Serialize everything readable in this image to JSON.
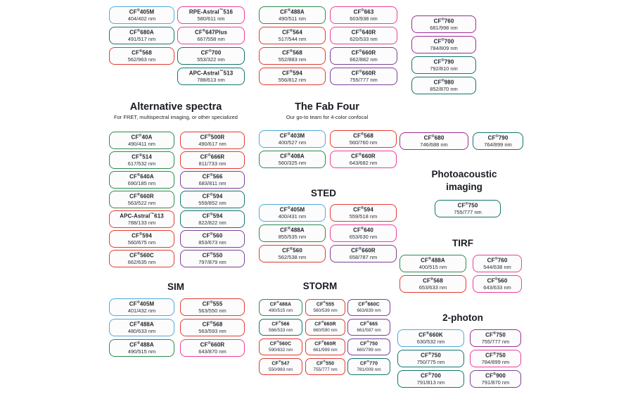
{
  "palette": {
    "blue": "#4FA8DC",
    "green": "#2C8A4F",
    "teal": "#11756C",
    "red": "#E23B33",
    "pink": "#EC3E96",
    "purple": "#7C3E97",
    "violet": "#9E2B93"
  },
  "sections": {
    "top": {
      "columns": {
        "a": [
          {
            "name": "CF®405M",
            "value": "404/402 nm",
            "color": "blue"
          },
          {
            "name": "CF®680A",
            "value": "491/517 nm",
            "color": "teal"
          },
          {
            "name": "CF®568",
            "value": "562/963 nm",
            "color": "red"
          }
        ],
        "b": [
          {
            "name": "RPE-Astral™516",
            "value": "580/611 nm",
            "color": "pink"
          },
          {
            "name": "CF®647Plus",
            "value": "667/558 nm",
            "color": "pink"
          },
          {
            "name": "CF®700",
            "value": "553/322 nm",
            "color": "teal"
          },
          {
            "name": "APC-Astral™513",
            "value": "788/613 nm",
            "color": "teal"
          }
        ],
        "c": [
          {
            "name": "CF®488A",
            "value": "490/511 nm",
            "color": "green"
          },
          {
            "name": "CF®564",
            "value": "517/544 nm",
            "color": "red"
          },
          {
            "name": "CF®568",
            "value": "552/883 nm",
            "color": "red"
          },
          {
            "name": "CF®594",
            "value": "556/812 nm",
            "color": "red"
          }
        ],
        "d": [
          {
            "name": "CF®663",
            "value": "603/938 nm",
            "color": "pink"
          },
          {
            "name": "CF®640R",
            "value": "620/533 nm",
            "color": "pink"
          },
          {
            "name": "CF®660R",
            "value": "662/882 nm",
            "color": "purple"
          },
          {
            "name": "CF®660R",
            "value": "755/777 nm",
            "color": "purple"
          }
        ],
        "e": [
          {
            "name": "CF®760",
            "value": "681/998 nm",
            "color": "violet"
          },
          {
            "name": "CF®700",
            "value": "784/809 nm",
            "color": "violet"
          },
          {
            "name": "CF®790",
            "value": "792/810 nm",
            "color": "teal"
          },
          {
            "name": "CF®980",
            "value": "852/870 nm",
            "color": "teal"
          }
        ]
      }
    },
    "alternative": {
      "title": "Alternative spectra",
      "subtitle": "For FRET, multispectral imaging, or other specialized",
      "columns": {
        "c1": [
          {
            "name": "CF®40A",
            "value": "490/411 nm",
            "color": "green"
          },
          {
            "name": "CF®514",
            "value": "617/532 nm",
            "color": "green"
          },
          {
            "name": "CF®640A",
            "value": "690/185 nm",
            "color": "green"
          },
          {
            "name": "CF®660R",
            "value": "563/522 nm",
            "color": "green"
          },
          {
            "name": "APC-Astral™613",
            "value": "788/133 nm",
            "color": "red"
          },
          {
            "name": "CF®594",
            "value": "560/675 nm",
            "color": "red"
          },
          {
            "name": "CF®560C",
            "value": "662/635 nm",
            "color": "red"
          }
        ],
        "c2": [
          {
            "name": "CF®500R",
            "value": "490/617 nm",
            "color": "red"
          },
          {
            "name": "CF®666R",
            "value": "811/733 nm",
            "color": "red"
          },
          {
            "name": "CF®566",
            "value": "683/811 nm",
            "color": "purple"
          },
          {
            "name": "CF®594",
            "value": "559/852 nm",
            "color": "teal"
          },
          {
            "name": "CF®594",
            "value": "822/822 nm",
            "color": "teal"
          },
          {
            "name": "CF®560",
            "value": "853/673 nm",
            "color": "purple"
          },
          {
            "name": "CF®550",
            "value": "797/879 nm",
            "color": "purple"
          }
        ]
      }
    },
    "fabfour": {
      "title": "The Fab Four",
      "subtitle": "Our go-to team for 4-color confocal",
      "columns": {
        "c1": [
          {
            "name": "CF®403M",
            "value": "400/527 nm",
            "color": "blue"
          },
          {
            "name": "CF®408A",
            "value": "560/325 nm",
            "color": "green"
          }
        ],
        "c2": [
          {
            "name": "CF®568",
            "value": "560/760 nm",
            "color": "red"
          },
          {
            "name": "CF®660R",
            "value": "643/682 nm",
            "color": "pink"
          }
        ]
      }
    },
    "sted": {
      "title": "STED",
      "columns": {
        "c1": [
          {
            "name": "CF®405M",
            "value": "400/431 nm",
            "color": "blue"
          },
          {
            "name": "CF®488A",
            "value": "855/535 nm",
            "color": "green"
          },
          {
            "name": "CF®560",
            "value": "562/538 nm",
            "color": "red"
          }
        ],
        "c2": [
          {
            "name": "CF®594",
            "value": "559/518 nm",
            "color": "red"
          },
          {
            "name": "CF®640",
            "value": "653/630 nm",
            "color": "pink"
          },
          {
            "name": "CF®660R",
            "value": "658/787 nm",
            "color": "purple"
          }
        ]
      }
    },
    "right": {
      "c1": [
        {
          "name": "CF®680",
          "value": "746/688 nm",
          "color": "violet"
        }
      ],
      "c2": [
        {
          "name": "CF®790",
          "value": "764/899 nm",
          "color": "teal"
        }
      ]
    },
    "photoacoustic": {
      "title_line1": "Photoacoustic",
      "title_line2": "imaging",
      "columns": {
        "c1": [
          {
            "name": "CF®750",
            "value": "755/777 nm",
            "color": "teal"
          }
        ]
      }
    },
    "tirf": {
      "title": "TIRF",
      "columns": {
        "c1": [
          {
            "name": "CF®488A",
            "value": "400/515 nm",
            "color": "green"
          },
          {
            "name": "CF®568",
            "value": "653/633 nm",
            "color": "red"
          }
        ],
        "c2": [
          {
            "name": "CF®760",
            "value": "544/638 nm",
            "color": "pink"
          },
          {
            "name": "CF®560",
            "value": "643/633 nm",
            "color": "pink"
          }
        ]
      }
    },
    "sim": {
      "title": "SIM",
      "columns": {
        "c1": [
          {
            "name": "CF®405M",
            "value": "401/432 nm",
            "color": "blue"
          },
          {
            "name": "CF®488A",
            "value": "480/633 nm",
            "color": "blue"
          },
          {
            "name": "CF®488A",
            "value": "490/515 nm",
            "color": "green"
          }
        ],
        "c2": [
          {
            "name": "CF®555",
            "value": "563/550 nm",
            "color": "red"
          },
          {
            "name": "CF®568",
            "value": "563/593 nm",
            "color": "red"
          },
          {
            "name": "CF®660R",
            "value": "643/870 nm",
            "color": "pink"
          }
        ]
      }
    },
    "storm": {
      "title": "STORM",
      "columns": {
        "c1": [
          {
            "name": "CF®488A",
            "value": "490/515 nm",
            "color": "green"
          },
          {
            "name": "CF®566",
            "value": "566/533 nm",
            "color": "teal"
          },
          {
            "name": "CF®560C",
            "value": "590/632 nm",
            "color": "red"
          },
          {
            "name": "CF®547",
            "value": "550/983 nm",
            "color": "red"
          }
        ],
        "c2": [
          {
            "name": "CF®555",
            "value": "560/539 nm",
            "color": "red"
          },
          {
            "name": "CF®660R",
            "value": "660/590 nm",
            "color": "red"
          },
          {
            "name": "CF®660R",
            "value": "661/999 nm",
            "color": "red"
          },
          {
            "name": "CF®550",
            "value": "755/777 nm",
            "color": "red"
          }
        ],
        "c3": [
          {
            "name": "CF®660C",
            "value": "663/839 nm",
            "color": "purple"
          },
          {
            "name": "CF®665",
            "value": "661/587 nm",
            "color": "purple"
          },
          {
            "name": "CF®750",
            "value": "660/799 nm",
            "color": "purple"
          },
          {
            "name": "CF®770",
            "value": "781/009 nm",
            "color": "teal"
          }
        ]
      }
    },
    "twophoton": {
      "title": "2-photon",
      "columns": {
        "c1": [
          {
            "name": "CF®660K",
            "value": "630/532 nm",
            "color": "blue"
          },
          {
            "name": "CF®750",
            "value": "750/775 nm",
            "color": "teal"
          },
          {
            "name": "CF®700",
            "value": "791/813 nm",
            "color": "teal"
          }
        ],
        "c2": [
          {
            "name": "CF®750",
            "value": "755/777 nm",
            "color": "violet"
          },
          {
            "name": "CF®750",
            "value": "784/899 nm",
            "color": "pink"
          },
          {
            "name": "CF®900",
            "value": "791/870 nm",
            "color": "purple"
          }
        ]
      }
    }
  }
}
